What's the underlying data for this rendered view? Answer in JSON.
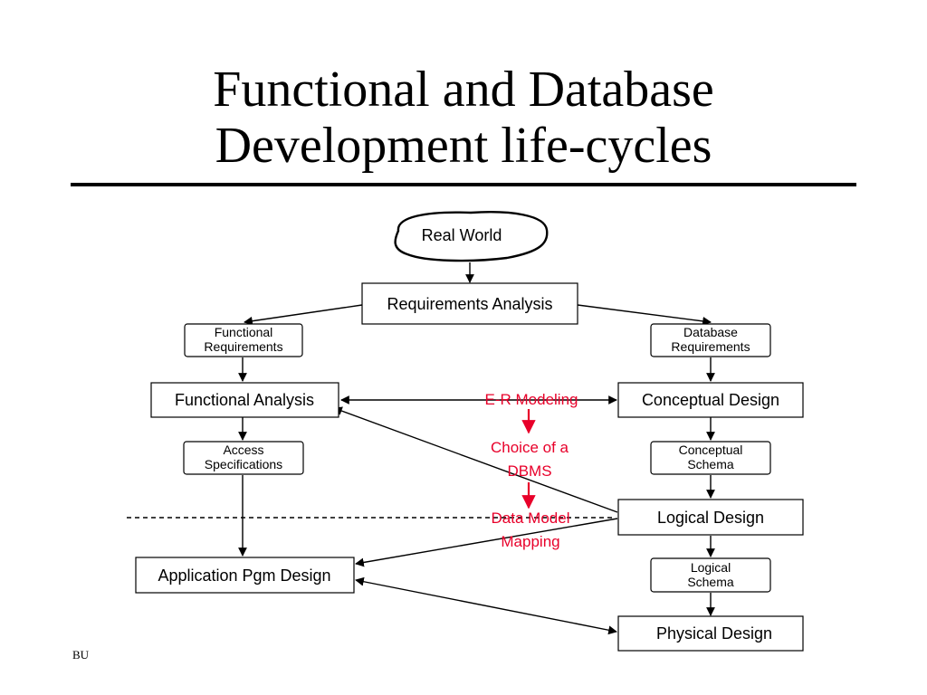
{
  "slide": {
    "title_line1": "Functional and Database",
    "title_line2": "Development life-cycles",
    "footer": "BU"
  },
  "diagram": {
    "nodes": {
      "real_world": "Real World",
      "requirements_analysis": "Requirements Analysis",
      "functional_requirements": [
        "Functional",
        "Requirements"
      ],
      "database_requirements": [
        "Database",
        "Requirements"
      ],
      "functional_analysis": "Functional Analysis",
      "conceptual_design": "Conceptual Design",
      "access_specifications": [
        "Access",
        "Specifications"
      ],
      "conceptual_schema": [
        "Conceptual",
        "Schema"
      ],
      "logical_design": "Logical Design",
      "logical_schema": [
        "Logical",
        "Schema"
      ],
      "application_pgm_design": "Application Pgm Design",
      "physical_design": "Physical Design"
    },
    "annotations": {
      "er_modeling": "E-R Modeling",
      "choice_of_dbms": [
        "Choice of a",
        "DBMS"
      ],
      "data_model_mapping": [
        "Data Model",
        "Mapping"
      ]
    },
    "colors": {
      "annotation": "#e8002a",
      "lines": "#000000"
    }
  }
}
